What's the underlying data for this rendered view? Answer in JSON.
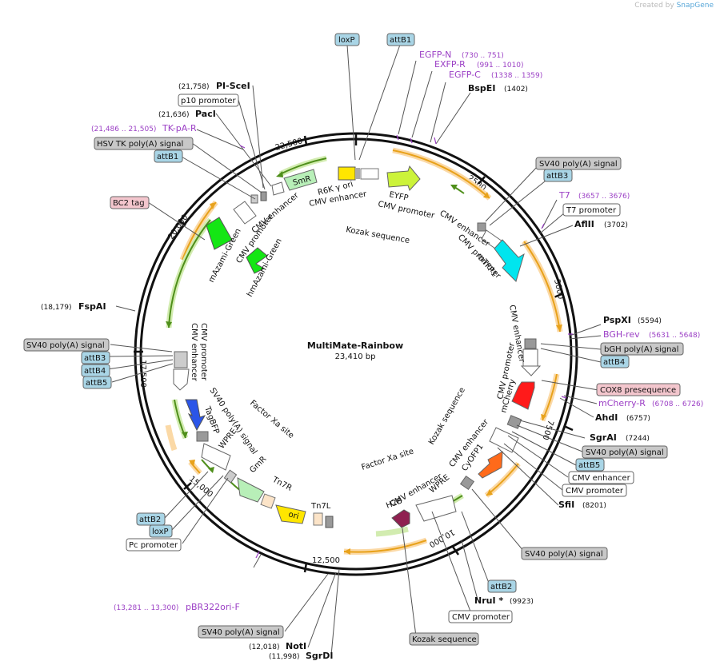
{
  "credit": {
    "prefix": "Created by",
    "brand": "SnapGene"
  },
  "plasmid": {
    "name": "MultiMate-Rainbow",
    "size": "23,410 bp"
  },
  "ticks": [
    "2500",
    "5000",
    "7500",
    "10,000",
    "12,500",
    "15,000",
    "17,500",
    "20,000",
    "22,500"
  ],
  "colors": {
    "backbone": "#111111",
    "orange_arc": "#e8a21b",
    "orange_glow": "#fbd9a6",
    "green_arc": "#4f8f1b",
    "green_glow": "#d2ecb0",
    "primer": "#9b3fc5",
    "gray_box": "#c8c8c8",
    "blue_box": "#a9d5e6",
    "pink_box": "#f3c6cd"
  },
  "primers": [
    {
      "name": "EGFP-N",
      "range": "(730 .. 751)"
    },
    {
      "name": "EXFP-R",
      "range": "(991 .. 1010)"
    },
    {
      "name": "EGFP-C",
      "range": "(1338 .. 1359)"
    },
    {
      "name": "T7",
      "range": "(3657 .. 3676)"
    },
    {
      "name": "BGH-rev",
      "range": "(5631 .. 5648)"
    },
    {
      "name": "mCherry-R",
      "range": "(6708 .. 6726)"
    },
    {
      "name": "pBR322ori-F",
      "range": "(13,281 .. 13,300)"
    },
    {
      "name": "TK-pA-R",
      "range": "(21,486 .. 21,505)"
    }
  ],
  "sites": [
    {
      "name": "BspEI",
      "pos": "(1402)"
    },
    {
      "name": "AflII",
      "pos": "(3702)"
    },
    {
      "name": "PspXI",
      "pos": "(5594)"
    },
    {
      "name": "AhdI",
      "pos": "(6757)"
    },
    {
      "name": "SgrAI",
      "pos": "(7244)"
    },
    {
      "name": "SfiI",
      "pos": "(8201)"
    },
    {
      "name": "NruI *",
      "pos": "(9923)"
    },
    {
      "name": "NotI",
      "pos": "(12,018)"
    },
    {
      "name": "SgrDI",
      "pos": "(11,998)"
    },
    {
      "name": "FspAI",
      "pos": "(18,179)"
    },
    {
      "name": "PacI",
      "pos": "(21,636)"
    },
    {
      "name": "PI-SceI",
      "pos": "(21,758)"
    }
  ],
  "boxes": [
    {
      "text": "loxP",
      "kind": "blue"
    },
    {
      "text": "attB1",
      "kind": "blue"
    },
    {
      "text": "SV40 poly(A) signal",
      "kind": "gray"
    },
    {
      "text": "attB3",
      "kind": "blue"
    },
    {
      "text": "T7 promoter",
      "kind": "white"
    },
    {
      "text": "bGH poly(A) signal",
      "kind": "gray"
    },
    {
      "text": "attB4",
      "kind": "blue"
    },
    {
      "text": "COX8 presequence",
      "kind": "pink"
    },
    {
      "text": "SV40 poly(A) signal",
      "kind": "gray"
    },
    {
      "text": "attB5",
      "kind": "blue"
    },
    {
      "text": "CMV enhancer",
      "kind": "white"
    },
    {
      "text": "CMV promoter",
      "kind": "white"
    },
    {
      "text": "SV40 poly(A) signal",
      "kind": "gray"
    },
    {
      "text": "attB2",
      "kind": "blue"
    },
    {
      "text": "CMV promoter",
      "kind": "white"
    },
    {
      "text": "Kozak sequence",
      "kind": "gray"
    },
    {
      "text": "SV40 poly(A) signal",
      "kind": "gray"
    },
    {
      "text": "Pc promoter",
      "kind": "white"
    },
    {
      "text": "loxP",
      "kind": "blue"
    },
    {
      "text": "attB2",
      "kind": "blue"
    },
    {
      "text": "SV40 poly(A) signal",
      "kind": "gray"
    },
    {
      "text": "attB3",
      "kind": "blue"
    },
    {
      "text": "attB4",
      "kind": "blue"
    },
    {
      "text": "attB5",
      "kind": "blue"
    },
    {
      "text": "BC2 tag",
      "kind": "pink"
    },
    {
      "text": "attB1",
      "kind": "blue"
    },
    {
      "text": "HSV TK poly(A) signal",
      "kind": "gray"
    },
    {
      "text": "p10 promoter",
      "kind": "white"
    }
  ],
  "inner_labels": [
    "R6K γ ori",
    "CMV enhancer",
    "EYFP",
    "CMV promoter",
    "Kozak sequence",
    "SmR",
    "CMV enhancer",
    "CMV promoter",
    "mTFP1",
    "CMV enhancer",
    "CMV promoter",
    "mCherry",
    "Kozak sequence",
    "CMV enhancer",
    "CyOFP1",
    "WPRE",
    "CMV enhancer",
    "H2B",
    "Factor Xa site",
    "Tn7L",
    "ori",
    "Tn7R",
    "GmR",
    "WPRE",
    "SV40 poly(A) signal",
    "TagBFP",
    "Factor Xa site",
    "CMV promoter",
    "CMV enhancer",
    "mAzami-Green",
    "CMV promoter",
    "CMV enhancer",
    "hmAzami-Green"
  ]
}
